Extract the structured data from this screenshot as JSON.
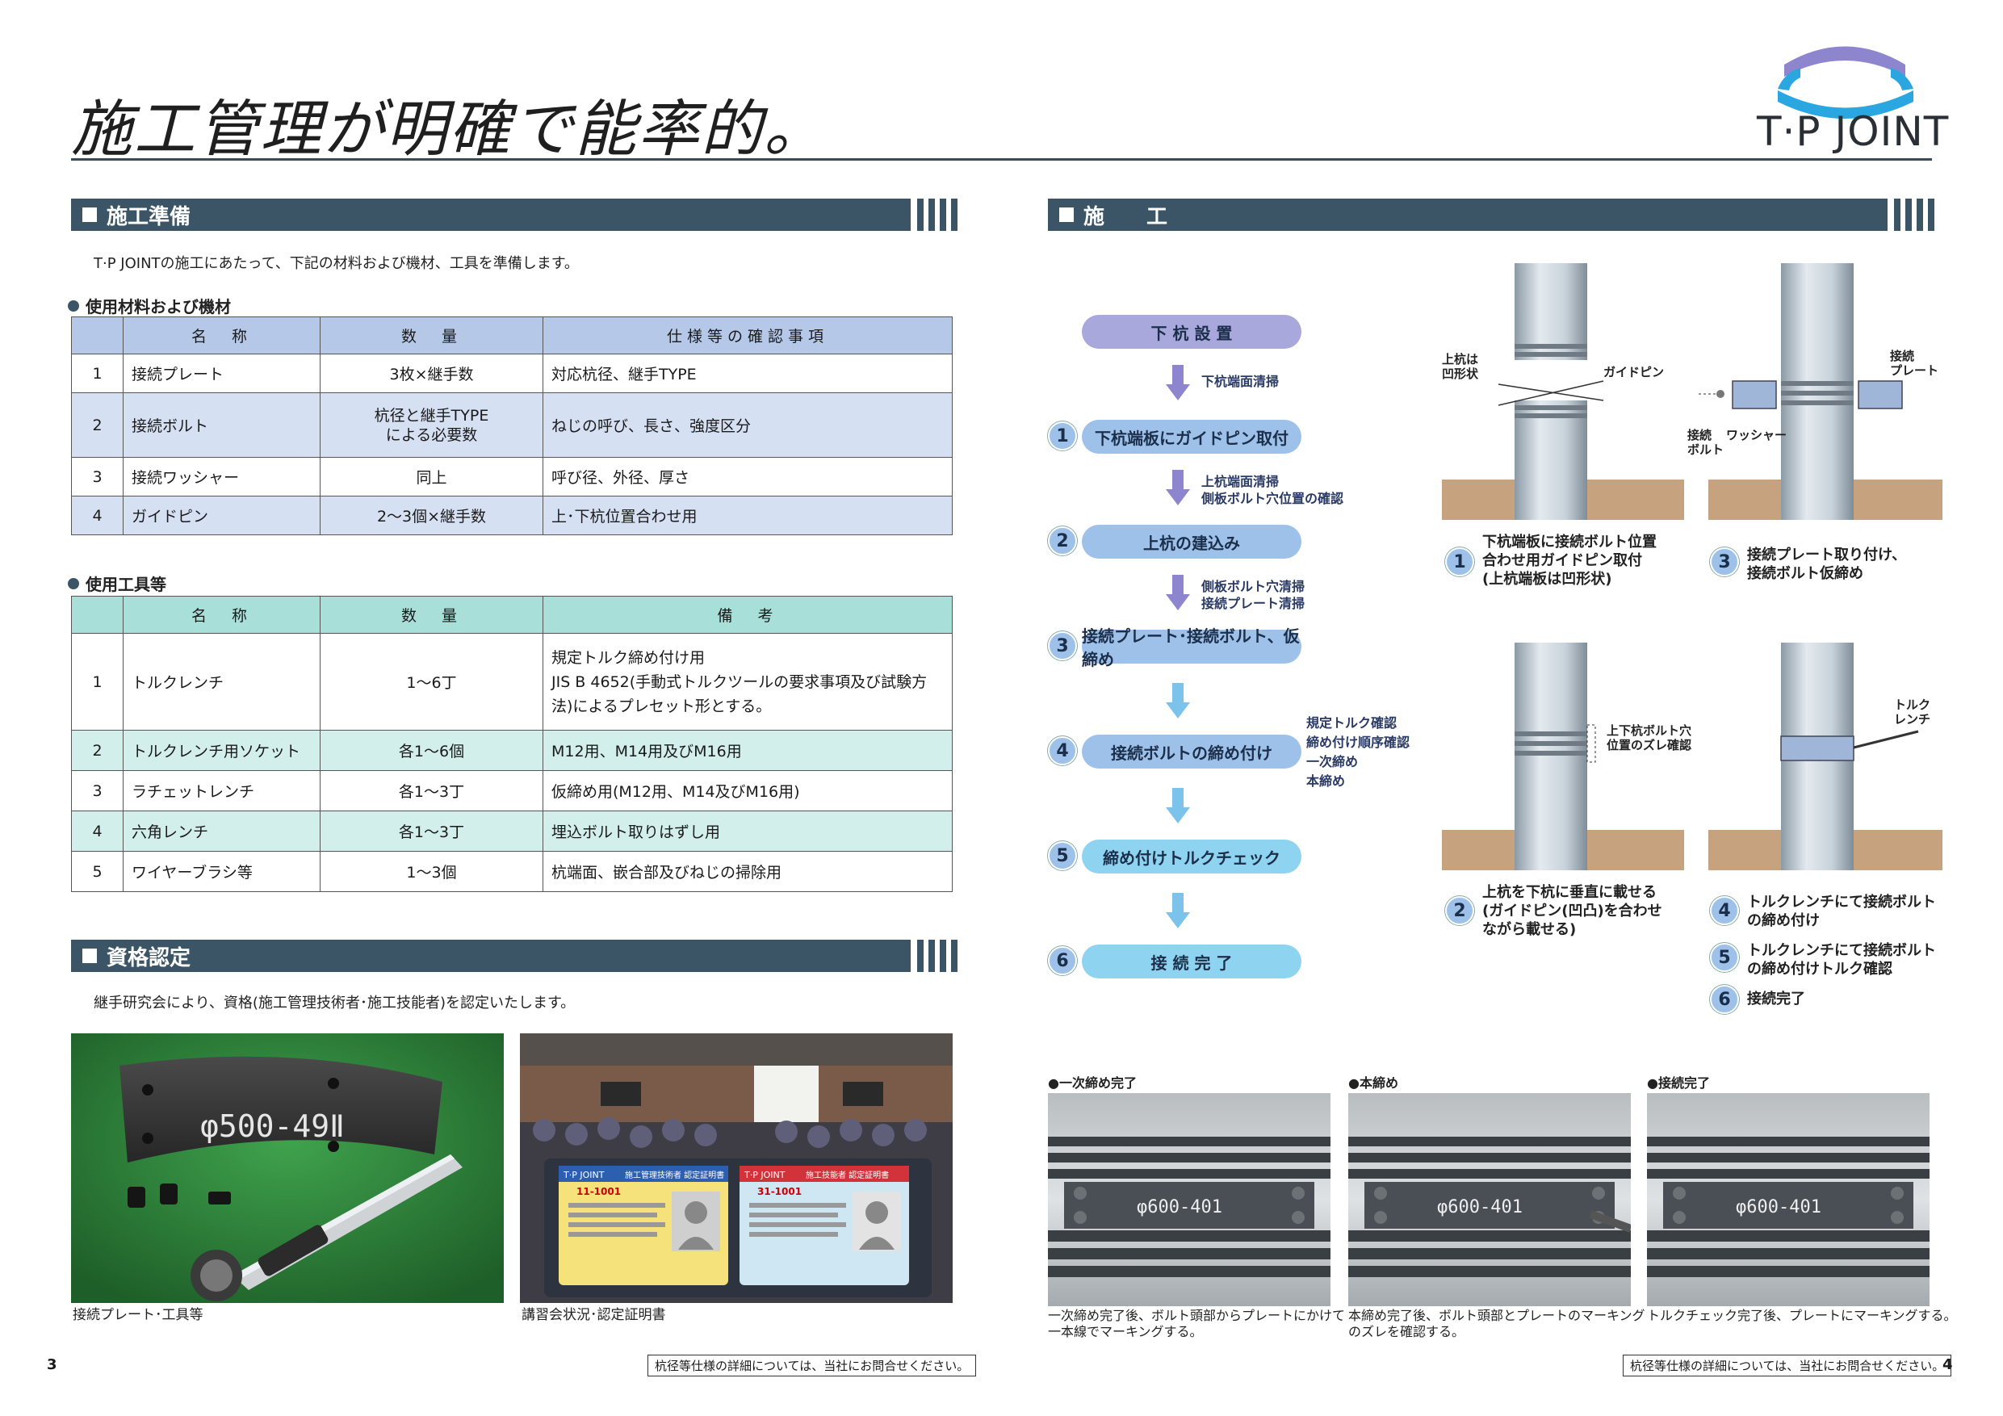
{
  "title": "施工管理が明確で能率的。",
  "logo_text": "T·P JOINT",
  "left": {
    "prep": {
      "heading": "施工準備",
      "intro": "T·P JOINTの施工にあたって、下記の材料および機材、工具を準備します。",
      "materials_heading": "使用材料および機材",
      "materials_headers": [
        "",
        "名　称",
        "数　量",
        "仕様等の確認事項"
      ],
      "materials_rows": [
        {
          "no": "1",
          "name": "接続プレート",
          "qty": "3枚×継手数",
          "spec": "対応杭径、継手TYPE"
        },
        {
          "no": "2",
          "name": "接続ボルト",
          "qty": "杭径と継手TYPE\nによる必要数",
          "spec": "ねじの呼び、長さ、強度区分"
        },
        {
          "no": "3",
          "name": "接続ワッシャー",
          "qty": "同上",
          "spec": "呼び径、外径、厚さ"
        },
        {
          "no": "4",
          "name": "ガイドピン",
          "qty": "2〜3個×継手数",
          "spec": "上･下杭位置合わせ用"
        }
      ],
      "tools_heading": "使用工具等",
      "tools_headers": [
        "",
        "名　称",
        "数　量",
        "備　考"
      ],
      "tools_rows": [
        {
          "no": "1",
          "name": "トルクレンチ",
          "qty": "1〜6丁",
          "note": "規定トルク締め付け用\nJIS B 4652(手動式トルクツールの要求事項及び試験方法)によるプレセット形とする。"
        },
        {
          "no": "2",
          "name": "トルクレンチ用ソケット",
          "qty": "各1〜6個",
          "note": "M12用、M14用及びM16用"
        },
        {
          "no": "3",
          "name": "ラチェットレンチ",
          "qty": "各1〜3丁",
          "note": "仮締め用(M12用、M14及びM16用)"
        },
        {
          "no": "4",
          "name": "六角レンチ",
          "qty": "各1〜3丁",
          "note": "埋込ボルト取りはずし用"
        },
        {
          "no": "5",
          "name": "ワイヤーブラシ等",
          "qty": "1〜3個",
          "note": "杭端面、嵌合部及びねじの掃除用"
        }
      ]
    },
    "cert": {
      "heading": "資格認定",
      "intro": "継手研究会により、資格(施工管理技術者･施工技能者)を認定いたします。",
      "photo1_caption": "接続プレート･工具等",
      "photo2_caption": "講習会状況･認定証明書",
      "photo1_plate_text": "φ500-49Ⅱ",
      "card1_logo": "T·P JOINT",
      "card1_title": "施工管理技術者 認定証明書",
      "card1_no": "11-1001",
      "card2_logo": "T·P JOINT",
      "card2_title": "施工技能者 認定証明書",
      "card2_no": "31-1001"
    },
    "page_number": "3",
    "footnote": "杭径等仕様の詳細については、当社にお問合せください。"
  },
  "right": {
    "heading": "施　　工",
    "flow": [
      {
        "step": "",
        "label": "下 杭 設 置",
        "style": "purple"
      },
      {
        "step": "1",
        "label": "下杭端板にガイドピン取付",
        "style": "blue"
      },
      {
        "step": "2",
        "label": "上杭の建込み",
        "style": "blue"
      },
      {
        "step": "3",
        "label": "接続プレート･接続ボルト、仮締め",
        "style": "blue"
      },
      {
        "step": "4",
        "label": "接続ボルトの締め付け",
        "style": "blue"
      },
      {
        "step": "5",
        "label": "締め付けトルクチェック",
        "style": "cyan"
      },
      {
        "step": "6",
        "label": "接 続 完 了",
        "style": "cyan"
      }
    ],
    "flow_notes": [
      "下杭端面清掃",
      "上杭端面清掃\n側板ボルト穴位置の確認",
      "側板ボルト穴清掃\n接続プレート清掃",
      "規定トルク確認\n締め付け順序確認\n一次締め\n本締め"
    ],
    "diagram_labels": {
      "d1_upper": "上杭は\n凹形状",
      "d1_pin": "ガイドピン",
      "d3_plate": "接続\nプレート",
      "d3_bolt": "接続\nボルト",
      "d3_washer": "ワッシャー",
      "d2_misalign": "上下杭ボルト穴\n位置のズレ確認",
      "d4_wrench": "トルク\nレンチ"
    },
    "diagram_captions": [
      {
        "n": "1",
        "text": "下杭端板に接続ボルト位置\n合わせ用ガイドピン取付\n(上杭端板は凹形状)"
      },
      {
        "n": "3",
        "text": "接続プレート取り付け、\n接続ボルト仮締め"
      },
      {
        "n": "2",
        "text": "上杭を下杭に垂直に載せる\n(ガイドピン(凹凸)を合わせ\nながら載せる)"
      },
      {
        "n": "4",
        "text": "トルクレンチにて接続ボルト\nの締め付け"
      },
      {
        "n": "5",
        "text": "トルクレンチにて接続ボルト\nの締め付けトルク確認"
      },
      {
        "n": "6",
        "text": "接続完了"
      }
    ],
    "photos": [
      {
        "title": "●一次締め完了",
        "plate": "φ600-401",
        "caption": "一次締め完了後、ボルト頭部からプレートにかけて\n一本線でマーキングする。"
      },
      {
        "title": "●本締め",
        "plate": "φ600-401",
        "caption": "本締め完了後、ボルト頭部とプレートのマーキング\nのズレを確認する。"
      },
      {
        "title": "●接続完了",
        "plate": "φ600-401",
        "caption": "トルクチェック完了後、プレートにマーキングする。"
      }
    ],
    "page_number": "4",
    "footnote": "杭径等仕様の詳細については、当社にお問合せください。"
  },
  "colors": {
    "header_bg": "#3b5567",
    "table_blue": "#b6c8e8",
    "table_teal": "#a9dfd9",
    "pill_purple": "#a8a8dc",
    "pill_blue": "#9ec1ea",
    "pill_cyan": "#8ed3ef"
  }
}
